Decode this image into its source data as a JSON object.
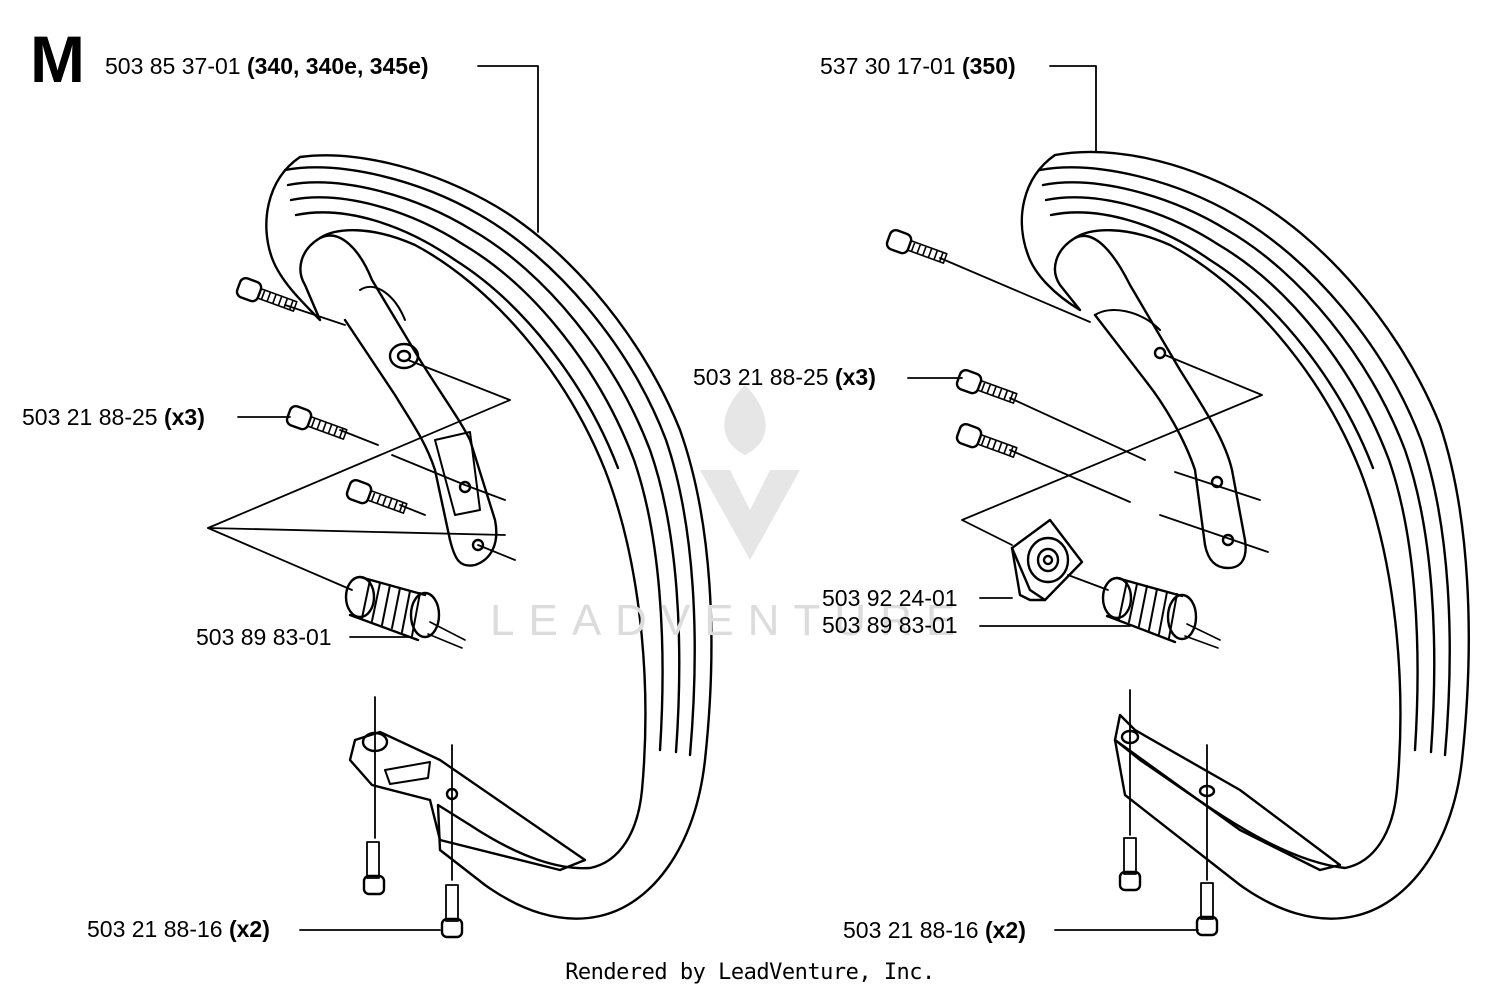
{
  "section_letter": "M",
  "watermark_text": "LEADVENTURE",
  "footer": "Rendered by LeadVenture, Inc.",
  "labels": {
    "left_handle": {
      "part": "503 85 37-01",
      "note": "(340, 340e, 345e)"
    },
    "left_screws": {
      "part": "503 21 88-25",
      "note": "(x3)"
    },
    "left_damper": {
      "part": "503 89 83-01",
      "note": ""
    },
    "left_bottom_screws": {
      "part": "503 21 88-16",
      "note": "(x2)"
    },
    "right_handle": {
      "part": "537 30 17-01",
      "note": "(350)"
    },
    "right_screws": {
      "part": "503 21 88-25",
      "note": "(x3)"
    },
    "right_bracket": {
      "part": "503 92 24-01",
      "note": ""
    },
    "right_damper": {
      "part": "503 89 83-01",
      "note": ""
    },
    "right_bottom_screws": {
      "part": "503 21 88-16",
      "note": "(x2)"
    }
  }
}
